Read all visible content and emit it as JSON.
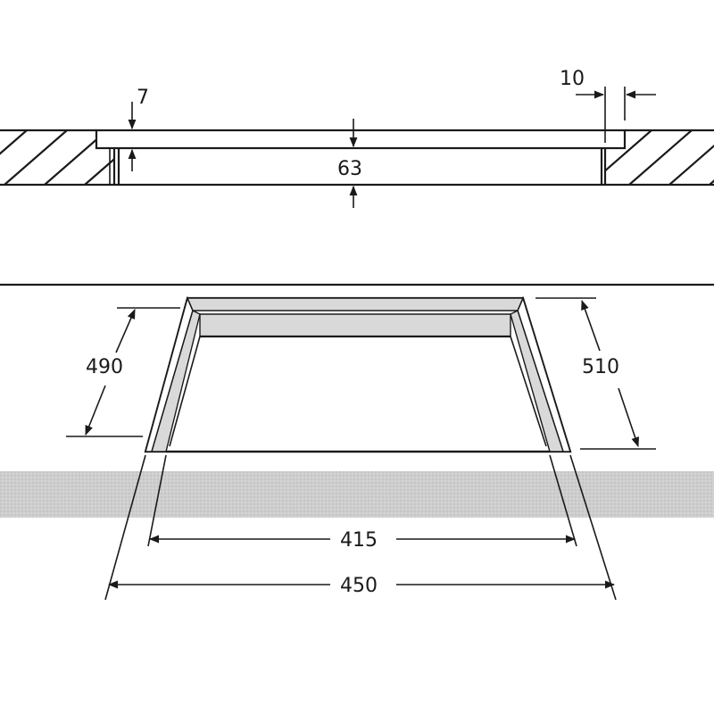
{
  "diagram": {
    "colors": {
      "ink": "#1a1a1a",
      "counter_band": "#c9c9c9",
      "frame_fill": "#d9d9d9",
      "background": "#ffffff"
    },
    "section_view": {
      "dim_top_thickness": "7",
      "dim_edge_gap": "10",
      "dim_depth": "63"
    },
    "plan_view": {
      "dim_left_depth": "490",
      "dim_right_depth": "510",
      "dim_inner_width": "415",
      "dim_outer_width": "450"
    }
  }
}
